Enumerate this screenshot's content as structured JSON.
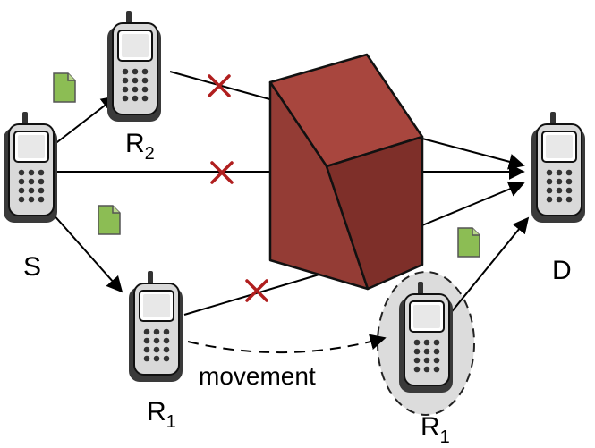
{
  "nodes": {
    "source": {
      "label": "S"
    },
    "destination": {
      "label": "D"
    },
    "relay_two": {
      "label": "R",
      "subscript": "2"
    },
    "relay_one": {
      "label": "R",
      "subscript": "1"
    },
    "relay_one_moved": {
      "label": "R",
      "subscript": "1"
    }
  },
  "movement_label": "movement",
  "obstacle_color": "#943c35",
  "packet_color": "#8cbd54",
  "blocked_mark_color": "#b01e1e",
  "moved_relay_zone_color": "#dcdcdc"
}
